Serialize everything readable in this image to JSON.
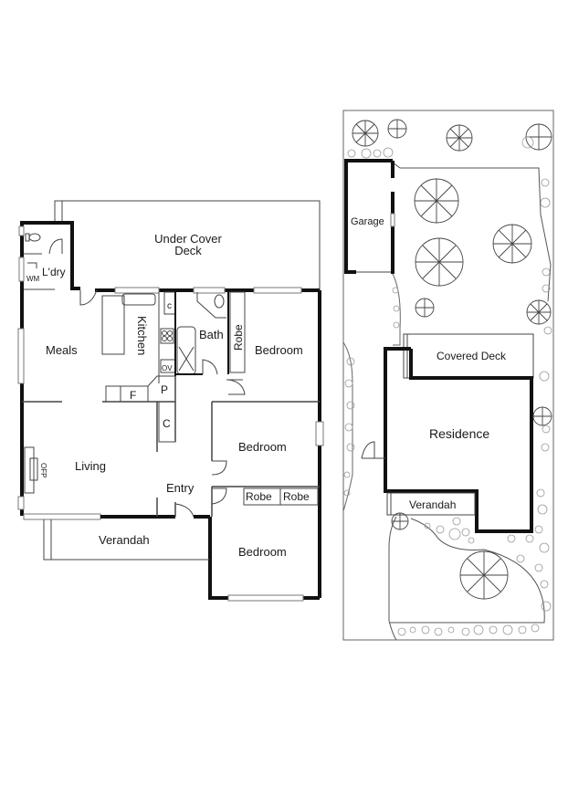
{
  "floor_plan": {
    "rooms": {
      "under_cover_deck": "Under Cover",
      "under_cover_deck_2": "Deck",
      "laundry": "L'dry",
      "wm": "WM",
      "meals": "Meals",
      "kitchen": "Kitchen",
      "cupboard_small": "c",
      "ov": "OV",
      "fridge": "F",
      "pantry": "P",
      "cupboard": "C",
      "bath": "Bath",
      "robe_vertical": "Robe",
      "bedroom_1": "Bedroom",
      "bedroom_2": "Bedroom",
      "bedroom_3": "Bedroom",
      "living": "Living",
      "ofp": "OFP",
      "entry": "Entry",
      "robe_1": "Robe",
      "robe_2": "Robe",
      "verandah": "Verandah"
    }
  },
  "site_plan": {
    "labels": {
      "garage": "Garage",
      "covered_deck": "Covered Deck",
      "residence": "Residence",
      "verandah": "Verandah"
    }
  },
  "colors": {
    "wall": "#111111",
    "line": "#444444",
    "background": "#ffffff"
  }
}
